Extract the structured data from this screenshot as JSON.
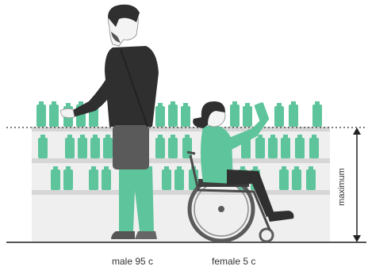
{
  "labels": {
    "male": "male 95 c",
    "female": "female 5 c",
    "maximum": "maximum"
  },
  "colors": {
    "accent_green": "#5ec49b",
    "dark_grey": "#333333",
    "shelf_grey": "#e6e6e6",
    "shelf_edge": "#c8c8c8"
  },
  "icons": {
    "measurement": "double-arrow-vertical"
  }
}
